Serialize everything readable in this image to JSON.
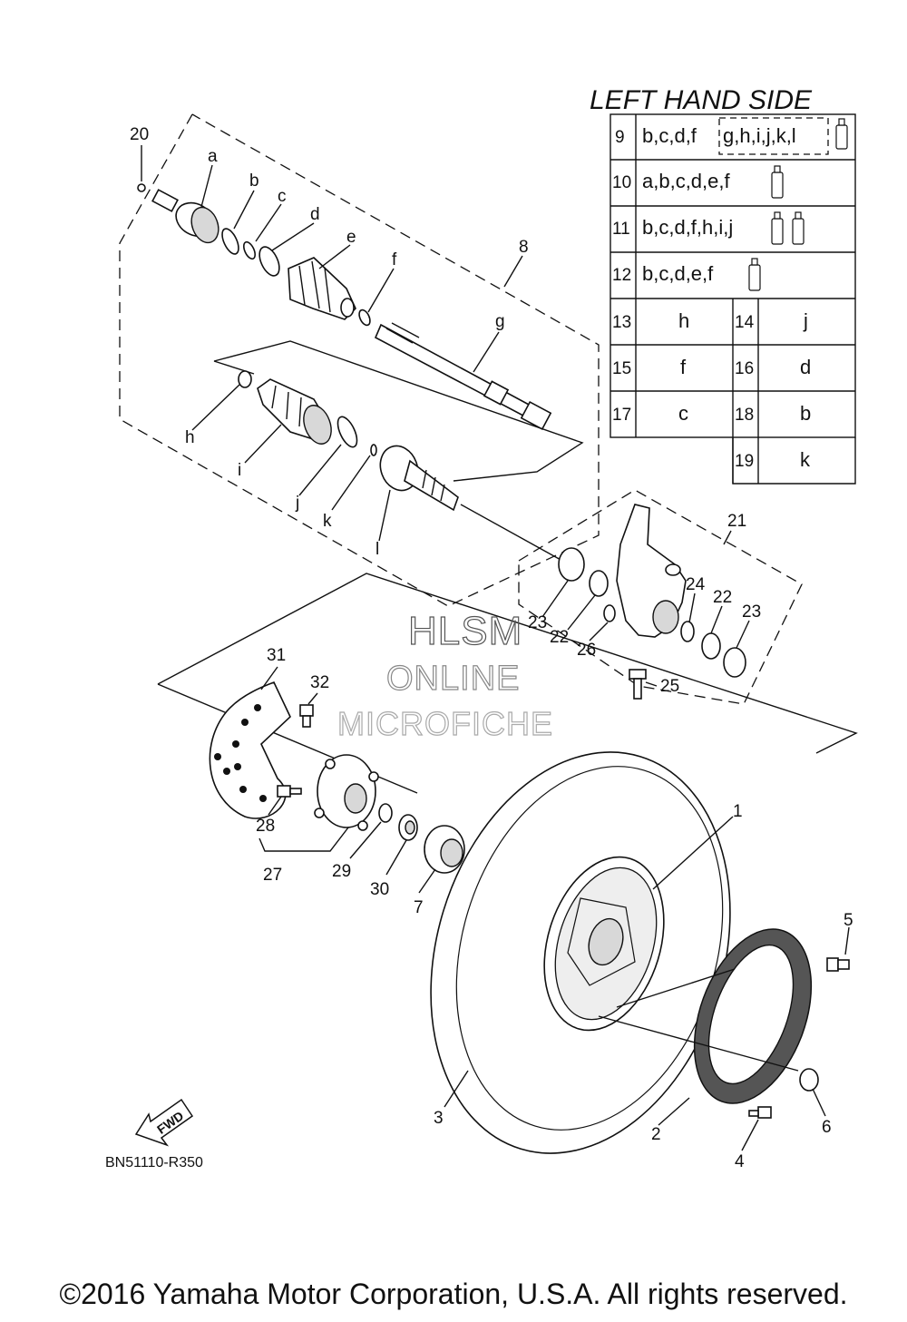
{
  "panel": {
    "title": "LEFT HAND SIDE",
    "rows": [
      {
        "num": "9",
        "text": "b,c,d,f",
        "boxed": "g,h,i,j,k,l"
      },
      {
        "num": "10",
        "text": "a,b,c,d,e,f"
      },
      {
        "num": "11",
        "text": "b,c,d,f,h,i,j"
      },
      {
        "num": "12",
        "text": "b,c,d,e,f"
      }
    ],
    "pairs": [
      {
        "n1": "13",
        "v1": "h",
        "n2": "14",
        "v2": "j"
      },
      {
        "n1": "15",
        "v1": "f",
        "n2": "16",
        "v2": "d"
      },
      {
        "n1": "17",
        "v1": "c",
        "n2": "18",
        "v2": "b"
      },
      {
        "n2": "19",
        "v2": "k"
      }
    ]
  },
  "callouts": {
    "c20": "20",
    "ca": "a",
    "cb": "b",
    "cc": "c",
    "cd": "d",
    "ce": "e",
    "cf": "f",
    "cg": "g",
    "c8": "8",
    "ch": "h",
    "ci": "i",
    "cj": "j",
    "ck": "k",
    "cl": "l",
    "c21": "21",
    "c23a": "23",
    "c22a": "22",
    "c26": "26",
    "c24": "24",
    "c22b": "22",
    "c23b": "23",
    "c25": "25",
    "c31": "31",
    "c32": "32",
    "c28": "28",
    "c27": "27",
    "c29": "29",
    "c30": "30",
    "c7": "7",
    "c1": "1",
    "c3": "3",
    "c2": "2",
    "c4": "4",
    "c5": "5",
    "c6": "6"
  },
  "fwd_label": "FWD",
  "diagram_code": "BN51110-R350",
  "watermark": {
    "line1": "HLSM",
    "line2": "ONLINE",
    "line3": "MICROFICHE"
  },
  "copyright": "©2016 Yamaha Motor Corporation, U.S.A. All rights reserved."
}
